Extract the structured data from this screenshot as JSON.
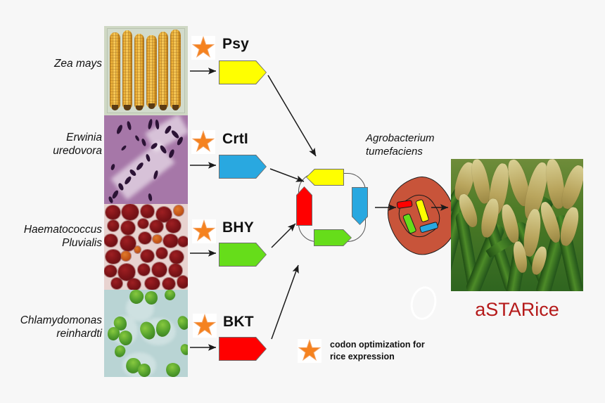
{
  "title": "aSTARice astaxanthin rice engineering pathway",
  "background_color": "#f7f7f7",
  "sources": [
    {
      "organism": "Zea mays",
      "photo": "maize-cobs-photo",
      "gene": "Psy",
      "gene_color": "#ffff00",
      "star": "codon-optimization-star"
    },
    {
      "organism": "Erwinia\nuredovora",
      "photo": "erwinia-micrograph-photo",
      "gene": "CrtI",
      "gene_color": "#29a8e0",
      "star": "codon-optimization-star"
    },
    {
      "organism": "Haematococcus\nPluvialis",
      "photo": "haematococcus-micrograph-photo",
      "gene": "BHY",
      "gene_color": "#66dd1a",
      "star": "codon-optimization-star"
    },
    {
      "organism": "Chlamydomonas\nreinhardti",
      "photo": "chlamydomonas-micrograph-photo",
      "gene": "BKT",
      "gene_color": "#ff0000",
      "star": "codon-optimization-star"
    }
  ],
  "plasmid": {
    "name": "construct-plasmid",
    "genes": [
      {
        "position": "top",
        "color": "#ffff00",
        "gene": "Psy"
      },
      {
        "position": "right",
        "color": "#29a8e0",
        "gene": "CrtI"
      },
      {
        "position": "bottom",
        "color": "#66dd1a",
        "gene": "BHY"
      },
      {
        "position": "left",
        "color": "#ff0000",
        "gene": "BKT"
      }
    ]
  },
  "agrobacterium": {
    "label": "Agrobacterium\ntumefaciens",
    "body_color": "#c8543a",
    "gene_colors": [
      "#ff0000",
      "#ffff00",
      "#66dd1a",
      "#29a8e0"
    ]
  },
  "product": {
    "label": "aSTARice",
    "label_color": "#b51a1a",
    "photo": "rice-field-photo"
  },
  "legend": {
    "icon": "orange-star",
    "text": "codon  optimization for\nrice expression",
    "star_color": "#f5821f"
  }
}
